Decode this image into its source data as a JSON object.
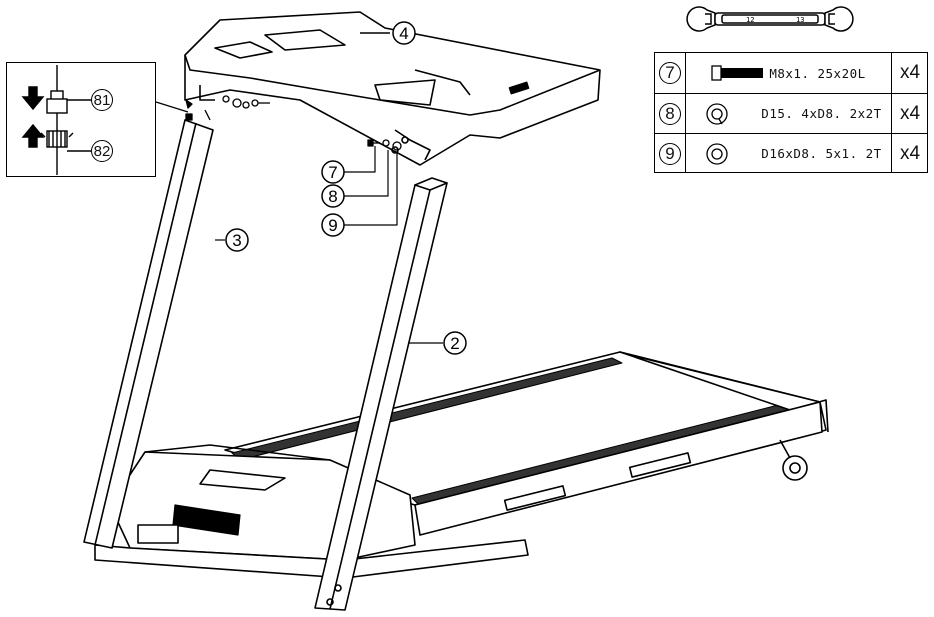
{
  "callouts": {
    "c2": "2",
    "c3": "3",
    "c4": "4",
    "c7": "7",
    "c8": "8",
    "c9": "9"
  },
  "inset": {
    "c81": "81",
    "c82": "82"
  },
  "wrench": {
    "left_size": "12",
    "right_size": "13"
  },
  "parts": [
    {
      "num": "7",
      "spec": "M8x1. 25x20L",
      "qty": "x4",
      "icon": "bolt-icon"
    },
    {
      "num": "8",
      "spec": "D15. 4xD8. 2x2T",
      "qty": "x4",
      "icon": "spring-washer-icon"
    },
    {
      "num": "9",
      "spec": "D16xD8. 5x1. 2T",
      "qty": "x4",
      "icon": "flat-washer-icon"
    }
  ],
  "colors": {
    "line": "#000000",
    "background": "#ffffff",
    "belt": "#333333"
  }
}
